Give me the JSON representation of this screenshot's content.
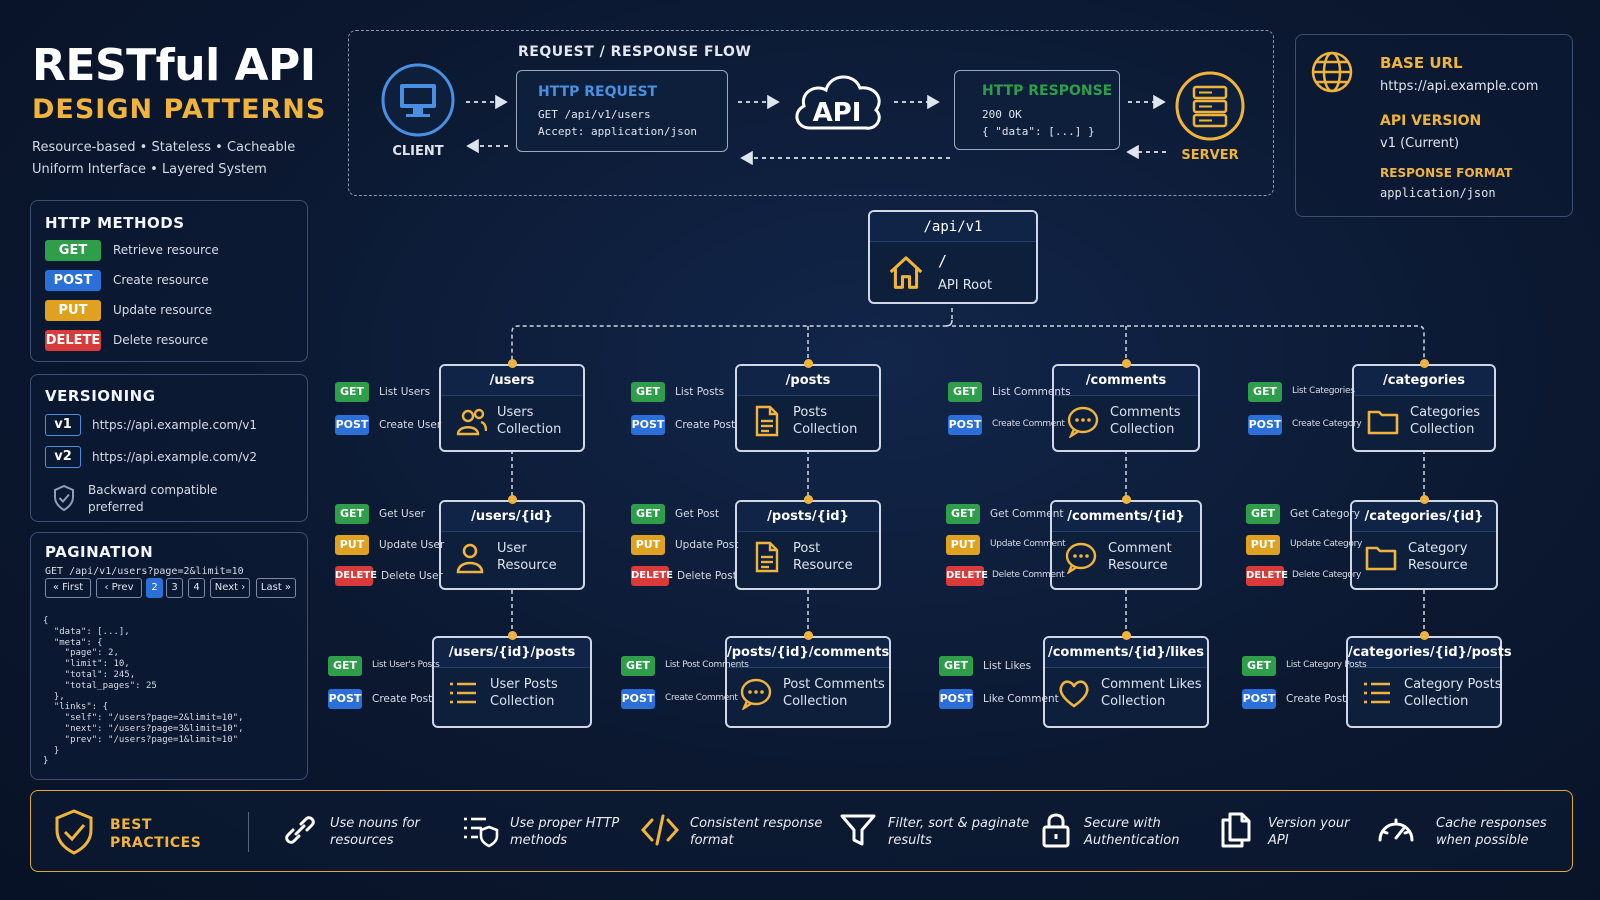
{
  "title": {
    "line1": "RESTful API",
    "line2": "DESIGN PATTERNS",
    "sub1": "Resource-based • Stateless • Cacheable",
    "sub2": "Uniform Interface • Layered System"
  },
  "methods": {
    "title": "HTTP METHODS",
    "items": [
      {
        "method": "GET",
        "desc": "Retrieve resource"
      },
      {
        "method": "POST",
        "desc": "Create resource"
      },
      {
        "method": "PUT",
        "desc": "Update resource"
      },
      {
        "method": "DELETE",
        "desc": "Delete resource"
      }
    ]
  },
  "versioning": {
    "title": "VERSIONING",
    "items": [
      {
        "tag": "v1",
        "url": "https://api.example.com/v1"
      },
      {
        "tag": "v2",
        "url": "https://api.example.com/v2"
      }
    ],
    "note1": "Backward compatible",
    "note2": "preferred"
  },
  "pagination": {
    "title": "PAGINATION",
    "request": "GET /api/v1/users?page=2&limit=10",
    "buttons": [
      "« First",
      "‹ Prev",
      "2",
      "3",
      "4",
      "Next ›",
      "Last »"
    ],
    "code": "{\n  \"data\": [...],\n  \"meta\": {\n    \"page\": 2,\n    \"limit\": 10,\n    \"total\": 245,\n    \"total_pages\": 25\n  },\n  \"links\": {\n    \"self\": \"/users?page=2&limit=10\",\n    \"next\": \"/users?page=3&limit=10\",\n    \"prev\": \"/users?page=1&limit=10\"\n  }\n}"
  },
  "flow": {
    "title": "REQUEST / RESPONSE FLOW",
    "client": "CLIENT",
    "server": "SERVER",
    "api": "API",
    "request": {
      "title": "HTTP REQUEST",
      "line1": "GET /api/v1/users",
      "line2": "Accept: application/json"
    },
    "response": {
      "title": "HTTP RESPONSE",
      "line1": "200 OK",
      "line2": "{ \"data\": [...] }"
    }
  },
  "base": {
    "base_title": "BASE URL",
    "base_url": "https://api.example.com",
    "version_title": "API VERSION",
    "version": "v1 (Current)",
    "format_title": "RESPONSE FORMAT",
    "format": "application/json"
  },
  "root": {
    "path": "/api/v1",
    "slash": "/",
    "label": "API Root"
  },
  "tree": [
    {
      "nodes": [
        {
          "path": "/users",
          "label": "Users\nCollection",
          "ops": [
            [
              "GET",
              "List Users"
            ],
            [
              "POST",
              "Create User"
            ]
          ]
        },
        {
          "path": "/users/{id}",
          "label": "User\nResource",
          "ops": [
            [
              "GET",
              "Get User"
            ],
            [
              "PUT",
              "Update User"
            ],
            [
              "DELETE",
              "Delete User"
            ]
          ]
        },
        {
          "path": "/users/{id}/posts",
          "label": "User Posts\nCollection",
          "ops": [
            [
              "GET",
              "List User's Posts"
            ],
            [
              "POST",
              "Create Post"
            ]
          ]
        }
      ]
    },
    {
      "nodes": [
        {
          "path": "/posts",
          "label": "Posts\nCollection",
          "ops": [
            [
              "GET",
              "List Posts"
            ],
            [
              "POST",
              "Create Post"
            ]
          ]
        },
        {
          "path": "/posts/{id}",
          "label": "Post\nResource",
          "ops": [
            [
              "GET",
              "Get Post"
            ],
            [
              "PUT",
              "Update Post"
            ],
            [
              "DELETE",
              "Delete Post"
            ]
          ]
        },
        {
          "path": "/posts/{id}/comments",
          "label": "Post Comments\nCollection",
          "ops": [
            [
              "GET",
              "List Post Comments"
            ],
            [
              "POST",
              "Create Comment"
            ]
          ]
        }
      ]
    },
    {
      "nodes": [
        {
          "path": "/comments",
          "label": "Comments\nCollection",
          "ops": [
            [
              "GET",
              "List Comments"
            ],
            [
              "POST",
              "Create Comment"
            ]
          ]
        },
        {
          "path": "/comments/{id}",
          "label": "Comment\nResource",
          "ops": [
            [
              "GET",
              "Get Comment"
            ],
            [
              "PUT",
              "Update Comment"
            ],
            [
              "DELETE",
              "Delete Comment"
            ]
          ]
        },
        {
          "path": "/comments/{id}/likes",
          "label": "Comment Likes\nCollection",
          "ops": [
            [
              "GET",
              "List Likes"
            ],
            [
              "POST",
              "Like Comment"
            ]
          ]
        }
      ]
    },
    {
      "nodes": [
        {
          "path": "/categories",
          "label": "Categories\nCollection",
          "ops": [
            [
              "GET",
              "List Categories"
            ],
            [
              "POST",
              "Create Category"
            ]
          ]
        },
        {
          "path": "/categories/{id}",
          "label": "Category\nResource",
          "ops": [
            [
              "GET",
              "Get Category"
            ],
            [
              "PUT",
              "Update Category"
            ],
            [
              "DELETE",
              "Delete Category"
            ]
          ]
        },
        {
          "path": "/categories/{id}/posts",
          "label": "Category Posts\nCollection",
          "ops": [
            [
              "GET",
              "List Category Posts"
            ],
            [
              "POST",
              "Create Post"
            ]
          ]
        }
      ]
    }
  ],
  "best": {
    "title1": "BEST",
    "title2": "PRACTICES",
    "items": [
      {
        "icon": "link-icon",
        "text": "Use nouns for\nresources"
      },
      {
        "icon": "list-shield-icon",
        "text": "Use proper HTTP\nmethods"
      },
      {
        "icon": "code-icon",
        "text": "Consistent response\nformat"
      },
      {
        "icon": "filter-icon",
        "text": "Filter, sort & paginate\nresults"
      },
      {
        "icon": "lock-icon",
        "text": "Secure with\nAuthentication"
      },
      {
        "icon": "documents-icon",
        "text": "Version your\nAPI"
      },
      {
        "icon": "gauge-icon",
        "text": "Cache responses\nwhen possible"
      }
    ]
  },
  "colors": {
    "accent": "#f0b43c",
    "get": "#2f9e4a",
    "post": "#2b6fd8",
    "put": "#e0a020",
    "delete": "#d93b3b",
    "blue": "#4a90e2"
  }
}
